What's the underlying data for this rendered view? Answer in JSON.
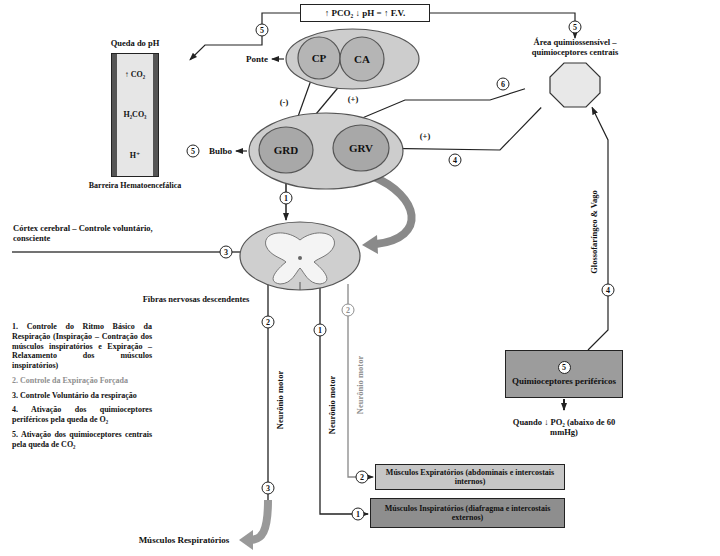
{
  "diagram": {
    "nodes": [
      {
        "text": [
          "↑ PCO₂ ↓ pH = ↑ F.V."
        ]
      },
      {
        "text": [
          "Ponte"
        ]
      },
      {
        "text": [
          "CP"
        ],
        "in": 1
      },
      {
        "text": [
          "CA"
        ],
        "in": 1
      },
      {
        "text": [
          "Queda do pH",
          "↑ CO₂",
          "H₂CO₃",
          "H⁺",
          "Barreira Hematoencefálica"
        ]
      },
      {
        "text": [
          "Área quimiossensível – quimioceptores centrais"
        ]
      },
      {
        "text": [
          "Bulbo"
        ]
      },
      {
        "text": [
          "GRD"
        ],
        "in": 6
      },
      {
        "text": [
          "GRV"
        ],
        "in": 6
      },
      {
        "text": [
          "5",
          "Quimioceptores periféricos"
        ]
      },
      {
        "text": [
          "Músculos Expiratórios (abdominais e intercostais internos)"
        ]
      },
      {
        "text": [
          "Músculos Inspiratórios (diafragma e intercostais externos)"
        ]
      }
    ],
    "edges": [
      {
        "from": 0,
        "to": 4,
        "arrow": "to",
        "label": "5"
      },
      {
        "from": 0,
        "to": 5,
        "arrow": "to",
        "label": "5"
      },
      {
        "from": 2,
        "to": 7,
        "arrow": "to",
        "label": "(-)"
      },
      {
        "from": 3,
        "to": 7,
        "arrow": "to",
        "label": "(+)"
      },
      {
        "from": 5,
        "to": 7,
        "arrow": "to",
        "label": "6"
      },
      {
        "from": 5,
        "to": 8,
        "arrow": "to",
        "label": "4"
      },
      {
        "from": 9,
        "to": 5,
        "arrow": "to",
        "label": "4"
      }
    ],
    "labels": [
      "5",
      "1",
      "Córtex cerebral – Controle voluntário, consciente",
      "3",
      "Fibras nervosas descendentes",
      "2",
      "Neurônio motor",
      "3",
      "1",
      "Neurônio motor",
      "2",
      "Neurônio motor",
      "2",
      "1",
      "Músculos Respiratórios",
      "Quando ↓ PO₂ (abaixo de 60 mmHg)",
      "Glossofaríngeo & Vago",
      "(+)",
      "1. Controle do Ritmo Básico da Respiração (Inspiração – Contração dos músculos inspiratórios e Expiração – Relaxamento dos músculos inspiratórios)",
      "2. Controle da Expiração Forçada",
      "3. Controle Voluntário da respiração",
      "4. Ativação dos quimioceptores periféricos pela queda de O₂",
      "5. Ativação dos quimioceptores centrais pela queda de CO₂"
    ]
  }
}
